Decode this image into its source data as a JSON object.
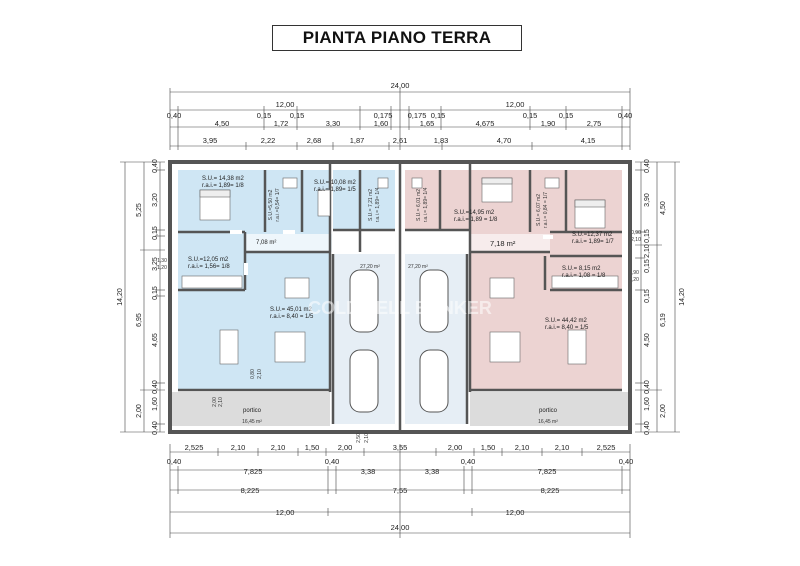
{
  "title": "PIANTA PIANO TERRA",
  "watermark": "COLDWELL BANKER",
  "colors": {
    "left_unit": "#cfe6f4",
    "right_unit": "#ecd3d2",
    "garage": "#e9f0f6",
    "portico": "#dcdcdc",
    "wall": "#555555"
  },
  "top_dims": {
    "total": "24,00",
    "halves": [
      "12,00",
      "12,00"
    ],
    "row1": [
      "0,40",
      "0,15",
      "0,15",
      "0,175",
      "0,175",
      "0,15",
      "0,15",
      "0,15",
      "0,40"
    ],
    "row2": [
      "4,50",
      "1,72",
      "3,30",
      "1,60",
      "1,65",
      "4,675",
      "1,90",
      "2,75"
    ],
    "row3": [
      "3,95",
      "2,22",
      "2,68",
      "1,87",
      "2,61",
      "1,83",
      "4,70",
      "4,15"
    ]
  },
  "bottom_dims": {
    "row1": [
      "2,525",
      "2,10",
      "2,10",
      "1,50",
      "2,00",
      "3,55",
      "2,00",
      "1,50",
      "2,10",
      "2,10",
      "2,525"
    ],
    "row2": [
      "0,40",
      "0,40",
      "0,40",
      "0,40"
    ],
    "row3": [
      "7,825",
      "3,38",
      "3,38",
      "7,825"
    ],
    "row4": [
      "8,225",
      "7,55",
      "8,225"
    ],
    "row5": [
      "12,00",
      "12,00"
    ],
    "total": "24,00"
  },
  "left_dims": {
    "total": "14,20",
    "segments": [
      "0,40",
      "3,20",
      "0,15",
      "3,25",
      "0,15",
      "4,65",
      "0,40",
      "1,60",
      "0,40"
    ],
    "groups": [
      "5,25",
      "6,95",
      "2,00"
    ],
    "window_labels": [
      "1,30",
      "1,20"
    ]
  },
  "right_dims": {
    "total": "14,20",
    "segments": [
      "0,40",
      "3,90",
      "0,15",
      "2,10",
      "0,15",
      "0,15",
      "4,50",
      "0,40",
      "1,60",
      "0,40"
    ],
    "groups": [
      "4,50",
      "6,19",
      "2,00"
    ],
    "window_labels": [
      "0,90",
      "2,10",
      "0,90",
      "1,20"
    ]
  },
  "rooms": [
    {
      "su": "S.U.= 14,38  m2",
      "rai": "r.a.i.= 1,89= 1/8"
    },
    {
      "su": "S.U.=5,50 m2",
      "rai": "r.a.i.=0,54= 1/7"
    },
    {
      "su": "S.U.= 10,08 m2",
      "rai": "r.a.i.= 1,89= 1/5"
    },
    {
      "su": "S.U.= 7,21 m2",
      "rai": "r.a.i.= 1,89= 1/4"
    },
    {
      "su": "S.U.= 6,01 m2",
      "rai": "r.a.i.= 1,89= 1/4"
    },
    {
      "su": "S.U.=14,95 m2",
      "rai": "r.a.i.= 1,89 = 1/8"
    },
    {
      "su": "S.U.= 6,07 m2",
      "rai": "r.a.i.= 0,84 = 1/7"
    },
    {
      "su": "S.U.=12,37 m2",
      "rai": "r.a.i.= 1,89= 1/7"
    },
    {
      "su": "S.U.=12,05 m2",
      "rai": "r.a.i.= 1,56= 1/8"
    },
    {
      "su": "S.U.= 45,01 m2",
      "rai": "r.a.i.= 8,40 = 1/5"
    },
    {
      "su": "S.U.= 8,15 m2",
      "rai": "r.a.i.= 1,08 = 1/8"
    },
    {
      "su": "S.U.= 44,42 m2",
      "rai": "r.a.i.= 8,40 = 1/5"
    }
  ],
  "corridors": [
    "7,08 m²",
    "7,18 m²"
  ],
  "garages": [
    "27,20 m²",
    "27,20 m²"
  ],
  "porticos": [
    {
      "label": "portico",
      "area": "16,45 m²"
    },
    {
      "label": "portico",
      "area": "16,45 m²"
    }
  ],
  "door_labels": [
    "0,80",
    "2,10",
    "2,00",
    "2,10",
    "2,50",
    "2,10"
  ]
}
